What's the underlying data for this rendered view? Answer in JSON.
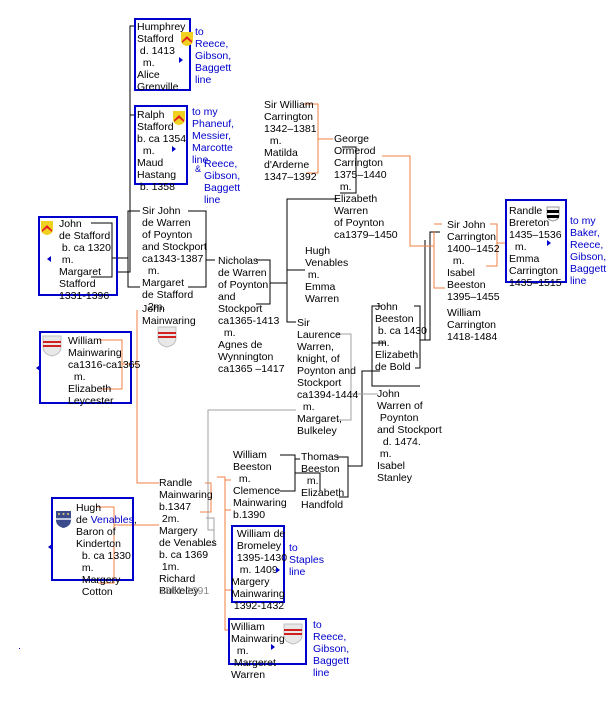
{
  "people": {
    "humphrey": "Humphrey\nStafford\n d. 1413\n  m.\nAlice\nGrenville",
    "ralph": "Ralph\nStafford\nb. ca 1354\n  m.\nMaud\nHastang\n b. 1358",
    "john_stafford_1": "John\nde Stafford\n b. ca 1320",
    "john_stafford_2": " m.\nMargaret\nStafford\n1331-1396",
    "sir_john_warren": "Sir John\nde Warren\nof Poynton\nand Stockport\nca1343-1387\n  m.\nMargaret\nde Stafford\n  2m.",
    "john_mainwaring": "John\nMainwaring",
    "william_mainwaring": "William\nMainwaring\nca1316-ca1365\n  m.\nElizabeth\nLeycester",
    "nicholas": "Nicholas\nde Warren\nof Poynton\nand\nStockport\nca1365-1413\n  m.\nAgnes de\nWynnington\nca1365 –1417",
    "sir_william_carrington": "Sir William\nCarrington\n1342–1381\n  m.\nMatilda\nd'Arderne\n1347–1392",
    "george": "George\nOrmerod\nCarrington\n1375–1440\n  m.\nElizabeth\nWarren\nof Poynton\nca1379–1450",
    "hugh_venables_emma": "Hugh\nVenables\n m.\nEmma\nWarren",
    "sir_laurence": "Sir\nLaurence\nWarren,\nknight, of\nPoynton and\nStockport\nca1394-1444\n  m.\nMargaret,\nBulkeley",
    "sir_john_carrington": "Sir John\nCarrington\n1400–1452\n  m.\nIsabel\nBeeston\n1395–1455",
    "william_carrington": "William\nCarrington\n1418-1484",
    "randle_brereton": "Randle\nBrereton\n1435–1536\n  m.\nEmma\nCarrington\n1435–1515",
    "john_beeston": "John\nBeeston\n b. ca 1430\n m.\nElizabeth\nde Bold",
    "john_warren": "John\nWarren of\n Poynton\nand Stockport\n  d. 1474.\n m.\nIsabel\nStanley",
    "william_beeston": "William\nBeeston\n  m.\nClemence\nMainwaring\nb.1390",
    "thomas_beeston": "Thomas\nBeeston\n  m.\nElizabeth\nHandfold",
    "hugh_de_venables_a": "Hugh\nde ",
    "hugh_de_venables_link": "Venables",
    "hugh_de_venables_b": "Baron of\nKinderton\n  b. ca 1330\n  m.\n  Margery\n  Cotton",
    "randle_mainwaring": "Randle\nMainwaring\nb.1347\n 2m.\nMargery\nde Venables\nb. ca 1369\n 1m.\nRichard\nBulkeley",
    "richard_dates": "1361-1391",
    "william_bromeley": "  William de\n  Bromeley\n  1395-1430\n   m. 1409\nMargery\nMainwaring\n 1392-1432",
    "william_mainwaring_warren": "William\nMainwaring\n  m.\n Margeret\nWarren"
  },
  "links": {
    "humphrey_line": "to\nReece,\nGibson,\nBaggett\nline",
    "ralph_line_1": "to my\nPhaneuf,\nMessier,\nMarcotte\nline",
    "ralph_amp": "&",
    "ralph_line_2": "Reece,\nGibson,\nBaggett\nline",
    "brereton_line": "to my\nBaker,\nReece,\nGibson,\nBaggett\nline",
    "bromeley_line": "to\nStaples\nline",
    "mainwaring_warren_line": "to\nReece,\nGibson,\nBaggett\nline"
  },
  "colors": {
    "box_border": "#0000cc",
    "link": "#0000cc",
    "line_black": "#000000",
    "line_orange": "#f08040",
    "line_gray": "#a0a0a0"
  }
}
